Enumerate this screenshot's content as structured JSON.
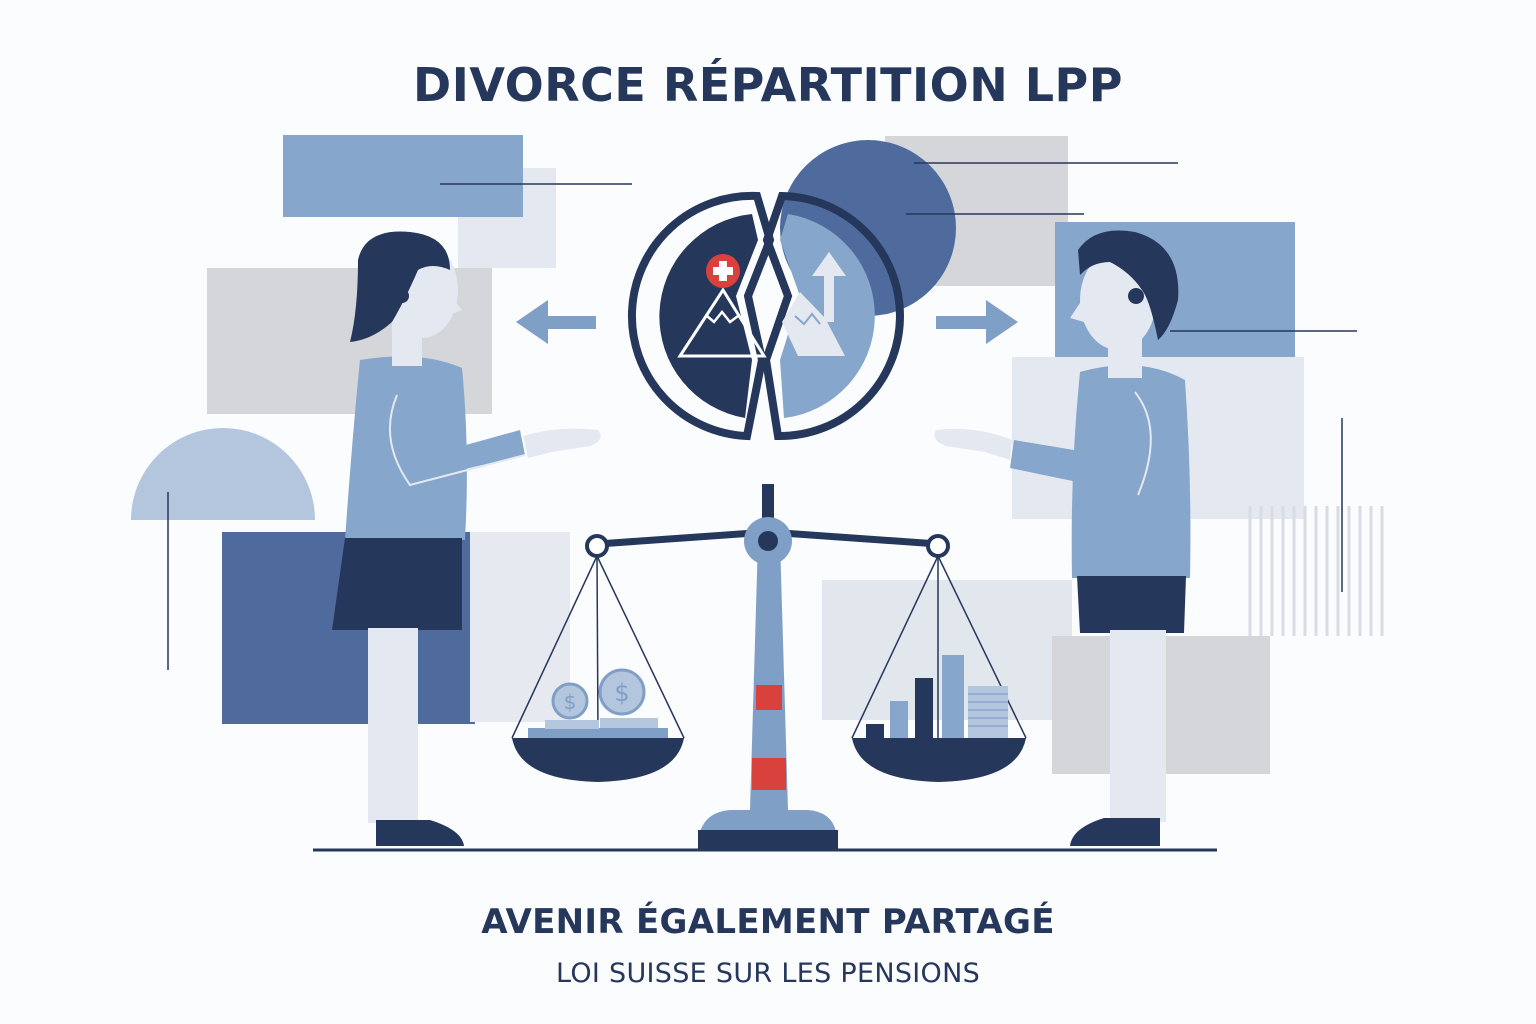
{
  "header": {
    "title": "DIVORCE RÉPARTITION LPP"
  },
  "footer": {
    "tagline": "AVENIR ÉGALEMENT PARTAGÉ",
    "caption": "LOI SUISSE SUR LES PENSIONS"
  },
  "icons": {
    "center_emblem": "split-circle-pension-icon",
    "swiss_badge": "swiss-cross-icon",
    "mountain": "mountain-icon",
    "growth": "growth-arrow-icon",
    "balance": "balance-scale-icon",
    "coins": "coin-icon",
    "bars": "bar-chart-icon"
  },
  "colors": {
    "navy": "#26375c",
    "mid_blue": "#7f9fc6",
    "slate_blue": "#4f6b9e",
    "light_gray": "#d4d6da",
    "swiss_red": "#d9413d"
  }
}
